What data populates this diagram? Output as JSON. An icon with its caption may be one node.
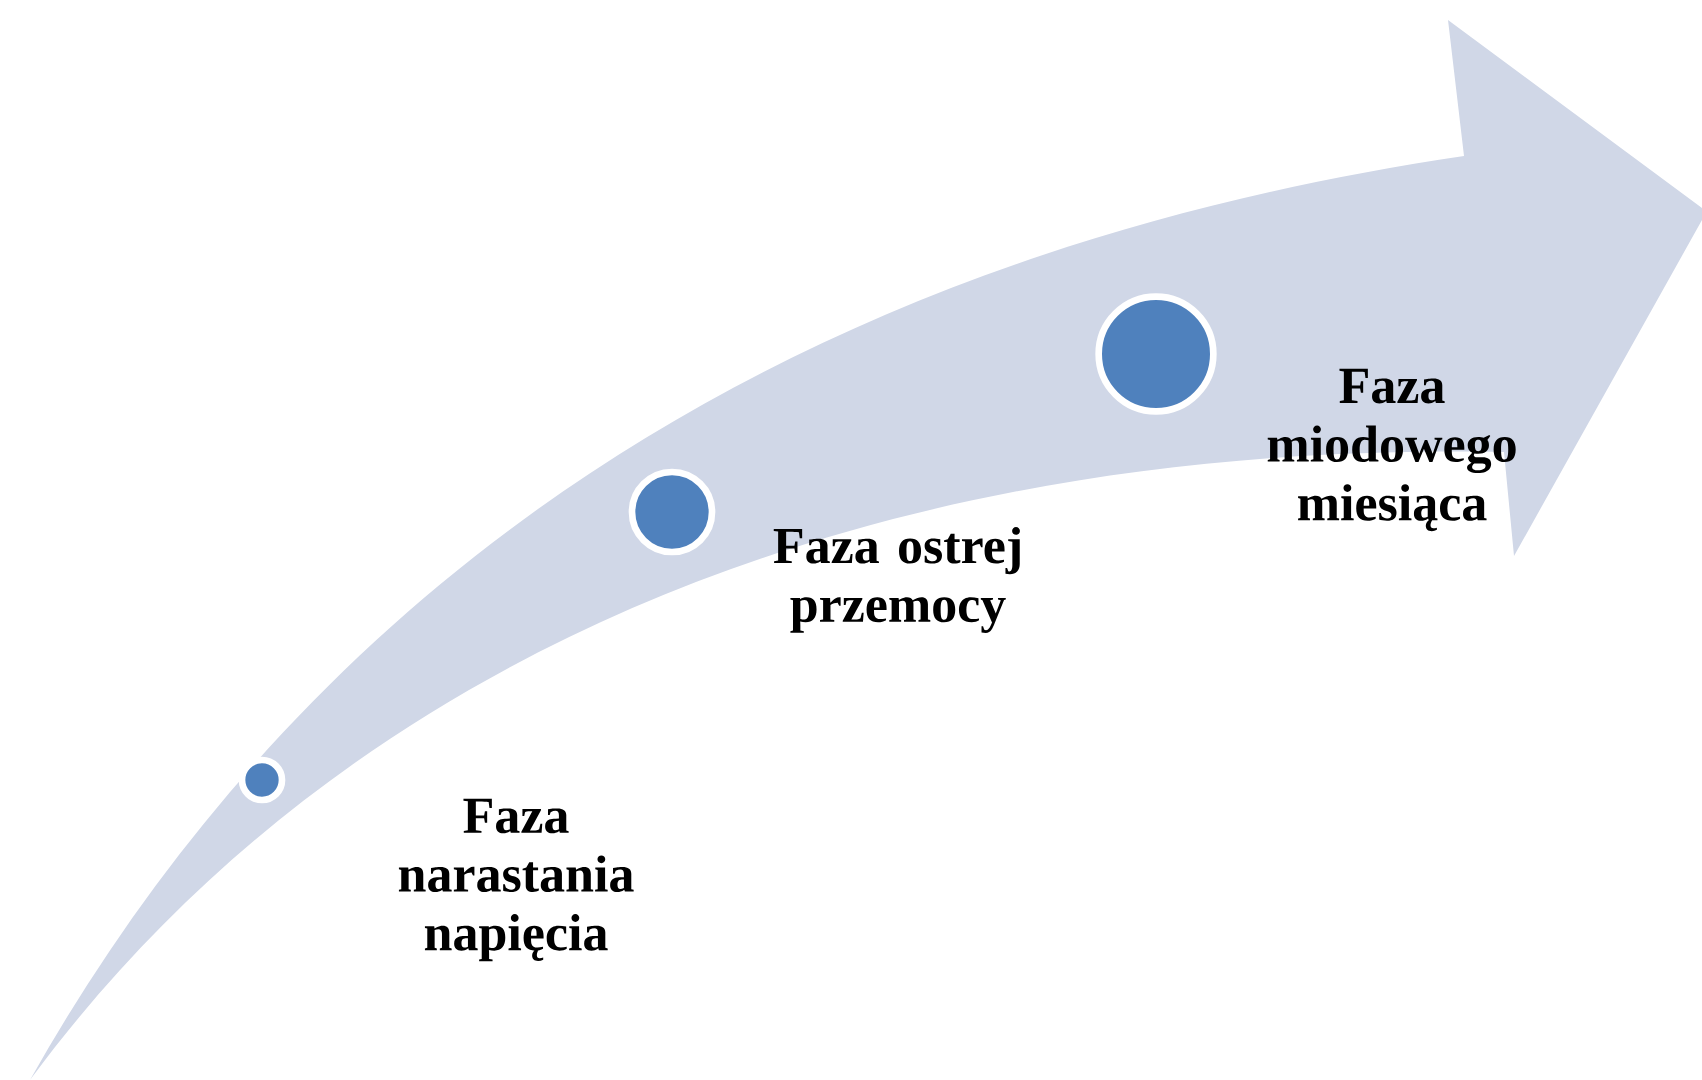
{
  "diagram": {
    "nodes": [
      {
        "text": [],
        "shape": "circle",
        "beside": [
          "Faza narastania napięcia"
        ]
      },
      {
        "text": [],
        "shape": "circle",
        "beside": [
          "Faza ostrej przemocy"
        ]
      },
      {
        "text": [],
        "shape": "circle",
        "beside": [
          "Faza miodowego miesiąca"
        ]
      }
    ]
  }
}
